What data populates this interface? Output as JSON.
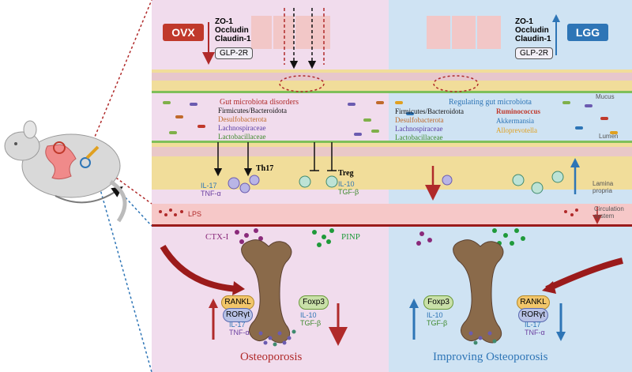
{
  "header": {
    "ovx": "OVX",
    "lgg": "LGG",
    "tj_left": [
      "ZO-1",
      "Occludin",
      "Claudin-1"
    ],
    "tj_right": [
      "ZO-1",
      "Occludin",
      "Claudin-1"
    ],
    "glp_left": "GLP-2R",
    "glp_right": "GLP-2R"
  },
  "layers": {
    "mucus": "Mucus",
    "lumen": "Lumen",
    "lamina": "Lamina\npropria",
    "circulation": "Circulation\nsystem"
  },
  "left_microbiota": {
    "title": "Gut microbiota disorders",
    "ratio": "Firmicutes/Bacteroidota",
    "items": [
      "Desulfobacterota",
      "Lachnospiraceae",
      "Lactobacillaceae"
    ]
  },
  "right_microbiota": {
    "title": "Regulating gut microbiota",
    "ratio": "Firmicutes/Bacteroidota",
    "items": [
      "Desulfobacterota",
      "Lachnospiraceae",
      "Lactobacillaceae"
    ],
    "items_right": [
      "Ruminococcus",
      "Akkermansia",
      "Alloprevotella"
    ]
  },
  "immune": {
    "th17": "Th17",
    "treg": "Treg",
    "il17": "IL-17",
    "tnfa": "TNF-α",
    "il10": "IL-10",
    "tgfb": "TGF-β"
  },
  "circulation": {
    "lps": "LPS"
  },
  "bone": {
    "ctx": "CTX-I",
    "pinp": "PINP",
    "rankl": "RANKL",
    "roryt": "RORγt",
    "foxp3": "Foxp3",
    "il17": "IL-17",
    "tnfa": "TNF-α",
    "il10": "IL-10",
    "tgfb": "TGF-β"
  },
  "titles": {
    "left": "Osteoporosis",
    "right": "Improving Osteoporosis"
  },
  "colors": {
    "ovx": "#c0392b",
    "lgg": "#2e75b6",
    "desulfo": "#c06a2b",
    "lachno": "#5b3fa6",
    "lacto": "#3f8a2e",
    "rumino": "#c0392b",
    "akk": "#2e75b6",
    "allo": "#e0a020"
  }
}
